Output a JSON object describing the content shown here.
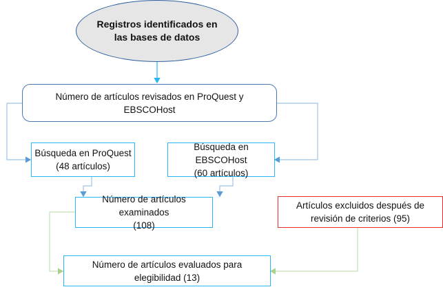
{
  "diagram": {
    "start": "Registros identificados en las bases de datos",
    "reviewed": "Número de artículos revisados en ProQuest y EBSCOHost",
    "proquest": {
      "line1": "Búsqueda en ProQuest",
      "line2": "(48 artículos)"
    },
    "ebsco": {
      "line1": "Búsqueda en EBSCOHost",
      "line2": "(60 artículos)"
    },
    "examined": {
      "line1": "Número de artículos examinados",
      "line2": "(108)"
    },
    "excluded": {
      "line1": "Artículos excluidos después de",
      "line2": "revisión de criterios (95)"
    },
    "eligible": {
      "line1": "Número de artículos evaluados para",
      "line2": "elegibilidad (13)"
    },
    "colors": {
      "blue_line": "#5b9bd5",
      "light_blue": "#29b6f6",
      "green_line": "#a9d18e",
      "red": "#ee2b2b"
    }
  }
}
